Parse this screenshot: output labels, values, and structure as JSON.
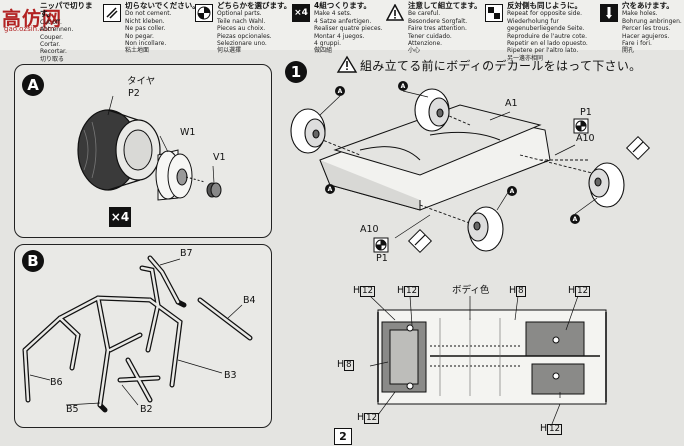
{
  "watermark": {
    "text": "高仿网",
    "sub": "gao.ozsin.com"
  },
  "legend": [
    {
      "icon": "cut-icon",
      "jp": "ニッパで切ります。",
      "en": "Cut off.\nAbtrennen.\nCouper.\nCortar.\nRecortar.\n切り取る"
    },
    {
      "icon": "no-cut-icon",
      "jp": "切らないでください。",
      "en": "Do not cement.\nNicht kleben.\nNe pas coller.\nNo pegar.\nNon incollare.\n粘土地面"
    },
    {
      "icon": "choose-icon",
      "jp": "どちらかを選びます。",
      "en": "Optional parts.\nTeile nach Wahl.\nPieces au choix.\nPiezas opcionales.\nSelezionare uno.\n何以選擇"
    },
    {
      "icon": "make-4-icon",
      "jp": "4組つくります。",
      "en": "Make 4 sets.\n4 Satze anfertigen.\nRealiser quatre pieces.\nMontar 4 juegos.\n4 gruppi.\n做四組"
    },
    {
      "icon": "caution-icon",
      "jp": "注意して組立てます。",
      "en": "Be careful.\nBesondere Sorgfalt.\nFaire tres attention.\nTener cuidado.\nAttenzione.\n小心"
    },
    {
      "icon": "opposite-side-icon",
      "jp": "反対側も同じように。",
      "en": "Repeat for opposite side.\nWiederholung fur gegenuberliegende Seite.\nReproduire de l'autre cote.\nRepetir en el lado opuesto.\nRipetere per l'altro lato.\n另一邊亦相同"
    },
    {
      "icon": "drill-icon",
      "jp": "穴をあけます。",
      "en": "Make holes.\nBohrung anbringen.\nPercer les trous.\nHacer agujeros.\nFare i fori.\n開孔"
    }
  ],
  "panel_a": {
    "label": "A",
    "tire_label": "タイヤ",
    "tire_part": "P2",
    "wheel": "W1",
    "cap": "V1",
    "multiplier": "×4"
  },
  "panel_b": {
    "label": "B",
    "parts": [
      "B7",
      "B4",
      "B3",
      "B2",
      "B5",
      "B6"
    ]
  },
  "step1": {
    "number": "1",
    "instruction": "組み立てる前にボディのデカールをはって下さい。",
    "parts": {
      "chassis": "A1",
      "axle_rear": "A10",
      "pin_rear": "P1",
      "axle_front": "A10",
      "pin_front": "P1"
    },
    "marker": "A"
  },
  "underside": {
    "labels": [
      "H",
      "H",
      "H",
      "H",
      "H",
      "H",
      "H"
    ],
    "numbers": [
      "12",
      "12",
      "8",
      "12",
      "8",
      "12",
      "12"
    ],
    "body_color": "ボディ色"
  },
  "page_number": "2"
}
